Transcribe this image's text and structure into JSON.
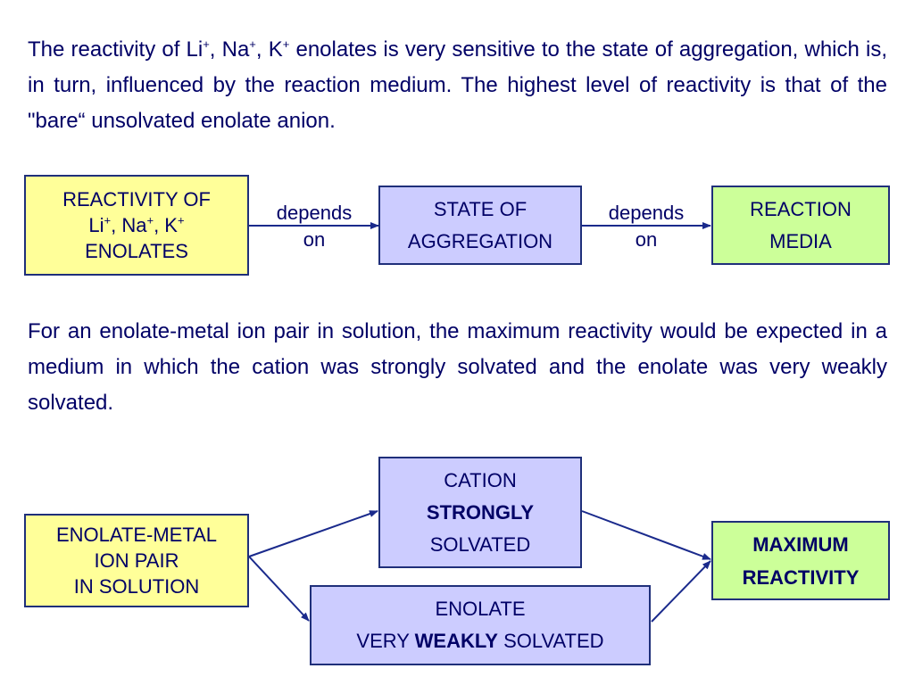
{
  "paragraphs": {
    "p1": {
      "t1": "The reactivity of Li",
      "s1": "+",
      "t2": ", Na",
      "s2": "+",
      "t3": ", K",
      "s3": "+",
      "t4": " enolates is very sensitive to the state of aggregation, which is, in turn, influenced by the reaction medium. The highest level of reactivity is that of the \"bare“ unsolvated enolate anion."
    },
    "p2": "For an enolate-metal ion pair in solution, the maximum reactivity would be expected in a medium in which the cation was strongly solvated and the enolate was very weakly solvated."
  },
  "diagram1": {
    "reactivity_box": {
      "line1": "REACTIVITY OF",
      "line2": {
        "t1": "Li",
        "s1": "+",
        "t2": ", Na",
        "s2": "+",
        "t3": ", K",
        "s3": "+"
      },
      "line3": "ENOLATES"
    },
    "edge1": {
      "line1": "depends",
      "line2": "on"
    },
    "aggregation_box": {
      "line1": "STATE OF",
      "line2": "AGGREGATION"
    },
    "edge2": {
      "line1": "depends",
      "line2": "on"
    },
    "media_box": {
      "line1": "REACTION",
      "line2": "MEDIA"
    }
  },
  "diagram2": {
    "ion_pair_box": {
      "line1": "ENOLATE-METAL",
      "line2": "ION PAIR",
      "line3": "IN SOLUTION"
    },
    "cation_box": {
      "line1": "CATION",
      "line2": "STRONGLY",
      "line3": "SOLVATED"
    },
    "enolate_box": {
      "line1": "ENOLATE",
      "line2_pre": "VERY ",
      "line2_bold": "WEAKLY",
      "line2_post": " SOLVATED"
    },
    "max_box": {
      "line1": "MAXIMUM",
      "line2": "REACTIVITY"
    }
  },
  "colors": {
    "text": "#000066",
    "border": "#1f2f7a",
    "arrow": "#1a2a8c",
    "yellow_fill": "#ffff99",
    "purple_fill": "#ccccff",
    "green_fill": "#ccff99"
  }
}
